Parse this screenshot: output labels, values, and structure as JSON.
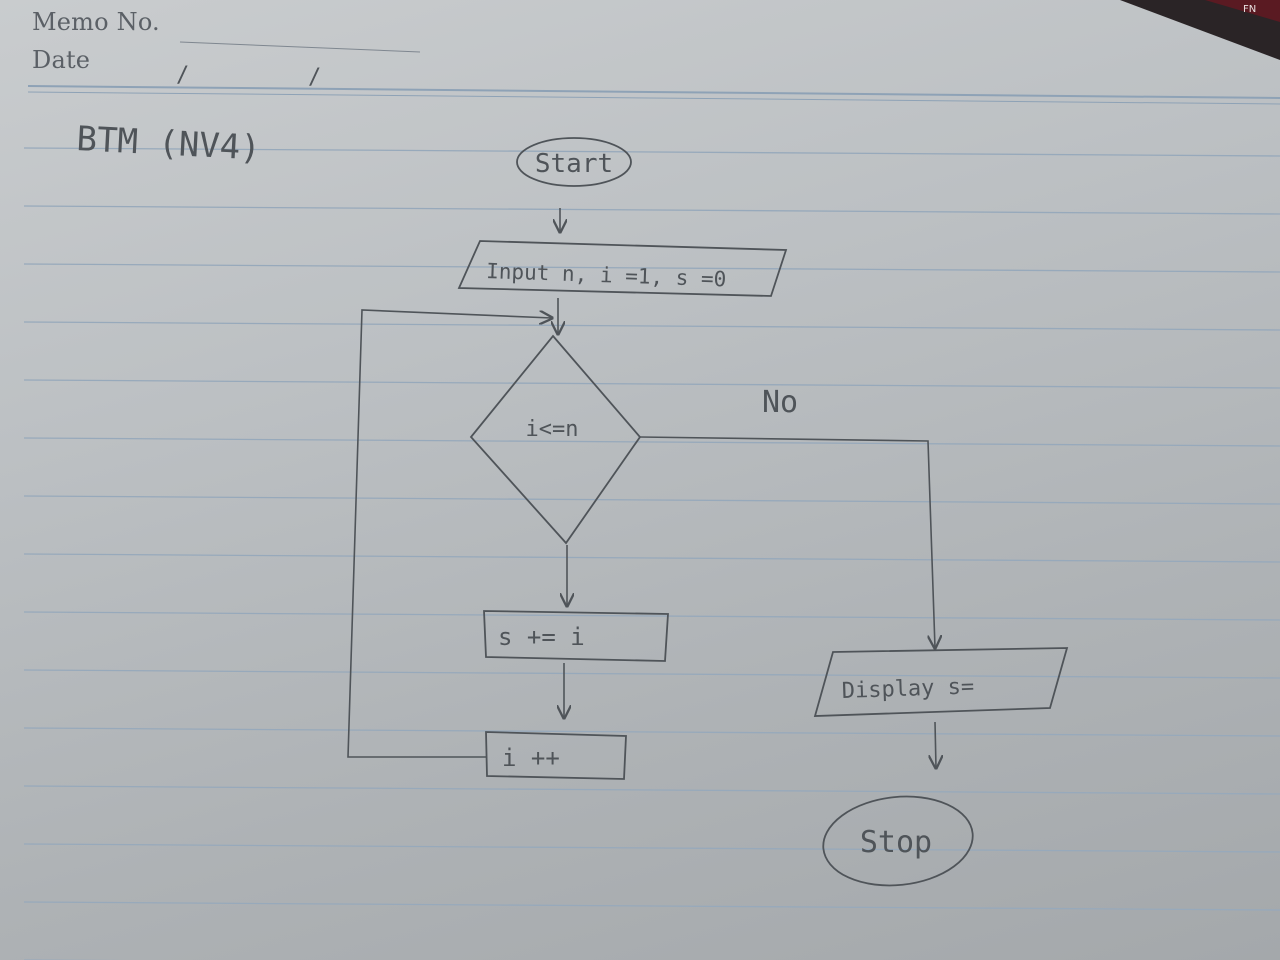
{
  "header": {
    "memo_label": "Memo No.",
    "date_label": "Date",
    "date_separators": [
      "/",
      "/"
    ]
  },
  "title": "BTM (NV4)",
  "flowchart": {
    "start": "Start",
    "input": "Input n, i =1, s =0",
    "condition": "i<=n",
    "no_label": "No",
    "process_1": "s += i",
    "process_2": "i ++",
    "output": "Display s=",
    "stop": "Stop"
  },
  "colors": {
    "ink": "#4f5459",
    "paper": "#bfc3c6",
    "rule_line": "#8fa3b8"
  }
}
